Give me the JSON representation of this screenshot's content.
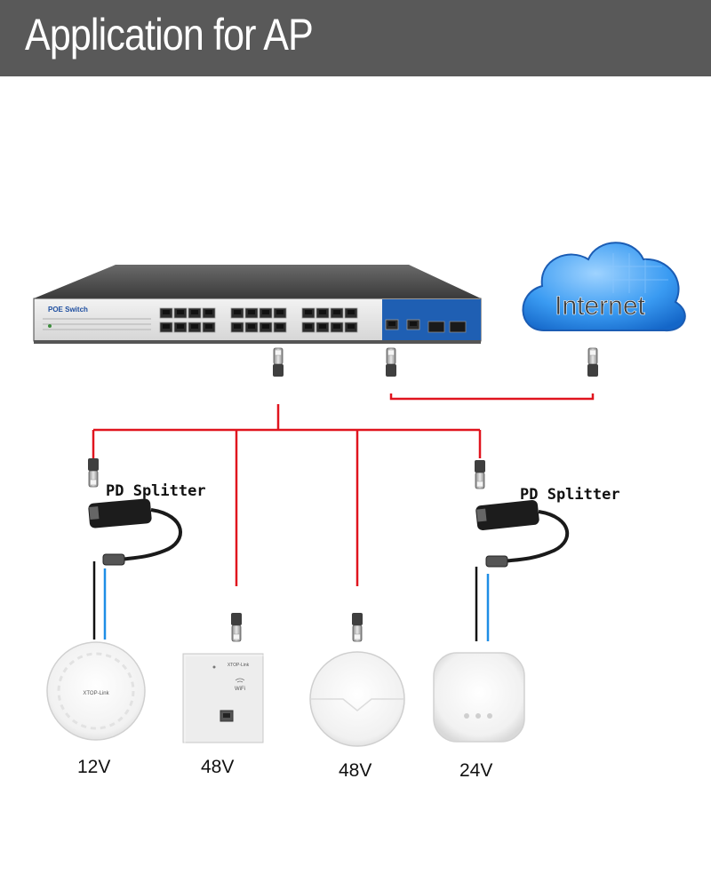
{
  "header": {
    "title": "Application for AP"
  },
  "switch": {
    "label": "POE Switch"
  },
  "cloud": {
    "label": "Internet"
  },
  "splitters": [
    {
      "label": "PD Splitter"
    },
    {
      "label": "PD Splitter"
    }
  ],
  "devices": [
    {
      "voltage": "12V",
      "brand": "XTOP-Link"
    },
    {
      "voltage": "48V",
      "brand": "XTOP-Link",
      "wifi": "WiFi"
    },
    {
      "voltage": "48V"
    },
    {
      "voltage": "24V"
    }
  ],
  "colors": {
    "header_bg": "#595959",
    "cable_red": "#e0141e",
    "cable_blue": "#1e8ee6",
    "cable_black": "#111111",
    "cloud_blue": "#2f8ff0"
  }
}
